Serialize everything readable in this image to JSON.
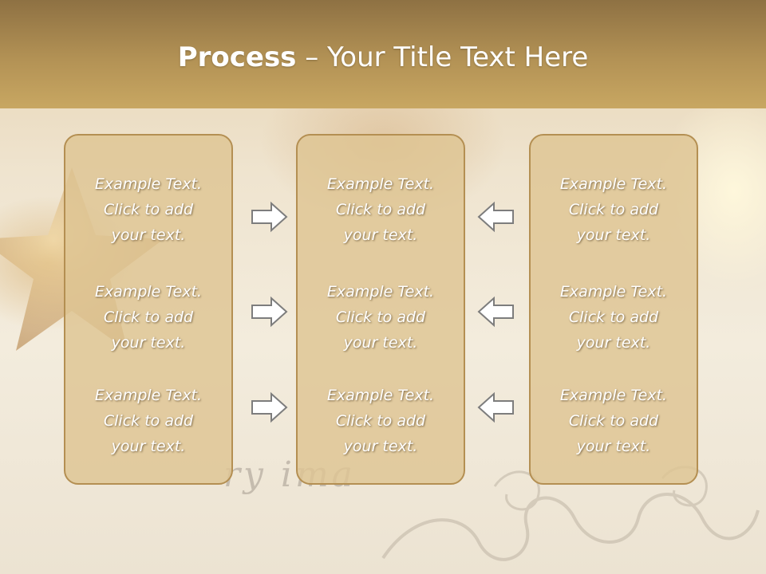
{
  "slide": {
    "title_bold": "Process",
    "title_rest": " – Your Title Text Here",
    "background_script": "ry          ima"
  },
  "columns": [
    {
      "items": [
        "Example Text.\nClick  to add\nyour text.",
        "Example Text.\nClick  to add\nyour text.",
        "Example Text.\nClick  to add\nyour text."
      ]
    },
    {
      "items": [
        "Example Text.\nClick  to add\nyour text.",
        "Example Text.\nClick  to add\nyour text.",
        "Example Text.\nClick  to add\nyour text."
      ]
    },
    {
      "items": [
        "Example Text.\nClick  to add\nyour text.",
        "Example Text.\nClick  to add\nyour text.",
        "Example Text.\nClick  to add\nyour text."
      ]
    }
  ],
  "arrows": {
    "left_group": [
      "arrow-right-icon",
      "arrow-right-icon",
      "arrow-right-icon"
    ],
    "right_group": [
      "arrow-left-icon",
      "arrow-left-icon",
      "arrow-left-icon"
    ]
  },
  "colors": {
    "title_band": "#b39255",
    "box_fill": "#dec492",
    "box_border": "#b48f52",
    "arrow_fill": "#ffffff",
    "arrow_stroke": "#7d7d7d"
  }
}
